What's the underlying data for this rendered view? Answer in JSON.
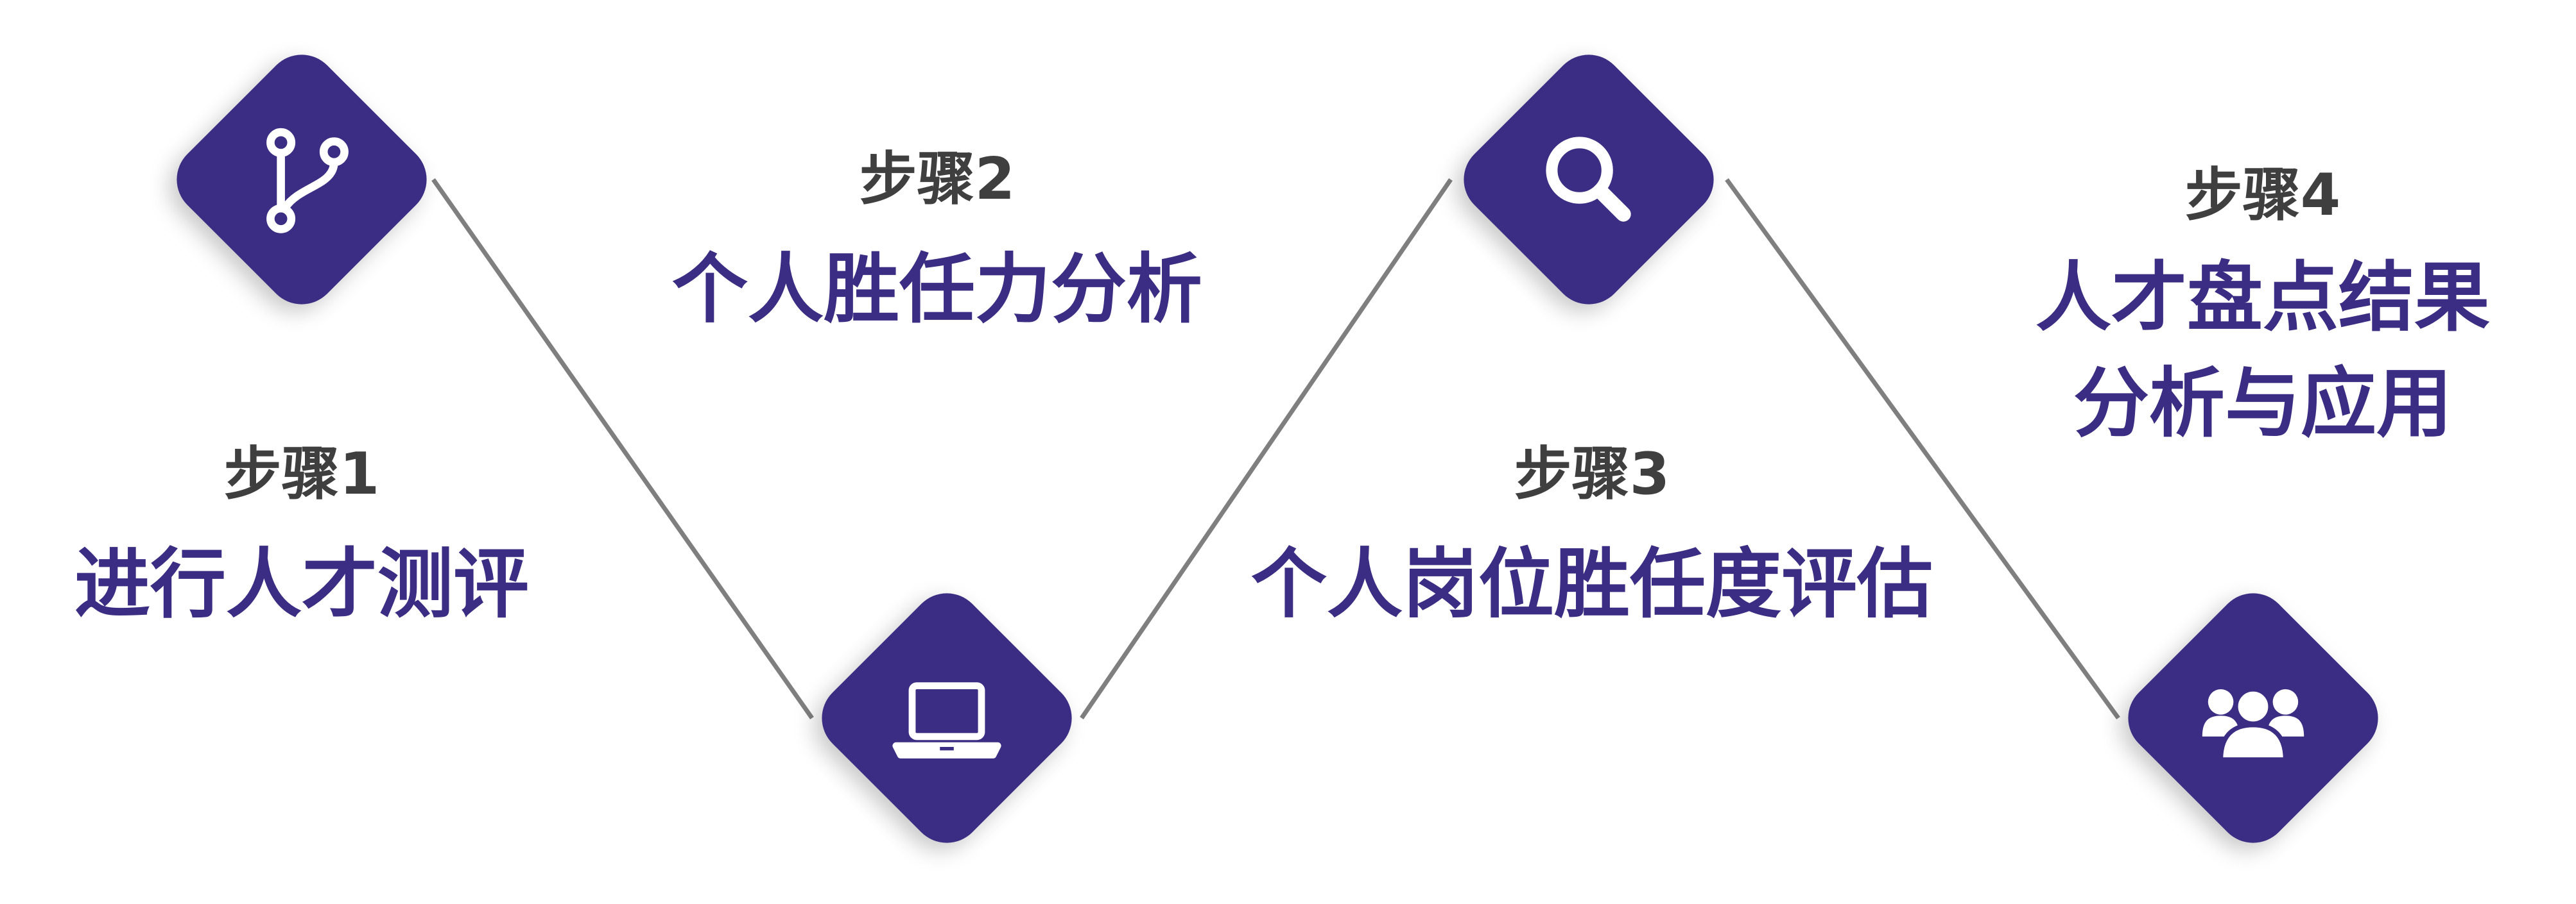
{
  "colors": {
    "accent": "#3b2d83",
    "label": "#3f3f3f",
    "line": "#7f7f7f"
  },
  "steps": [
    {
      "label": "步骤1",
      "title": [
        "进行人才测评"
      ],
      "icon": "git-branch-icon"
    },
    {
      "label": "步骤2",
      "title": [
        "个人胜任力分析"
      ],
      "icon": "laptop-icon"
    },
    {
      "label": "步骤3",
      "title": [
        "个人岗位胜任度评估"
      ],
      "icon": "search-icon"
    },
    {
      "label": "步骤4",
      "title": [
        "人才盘点结果",
        "分析与应用"
      ],
      "icon": "users-group-icon"
    }
  ]
}
